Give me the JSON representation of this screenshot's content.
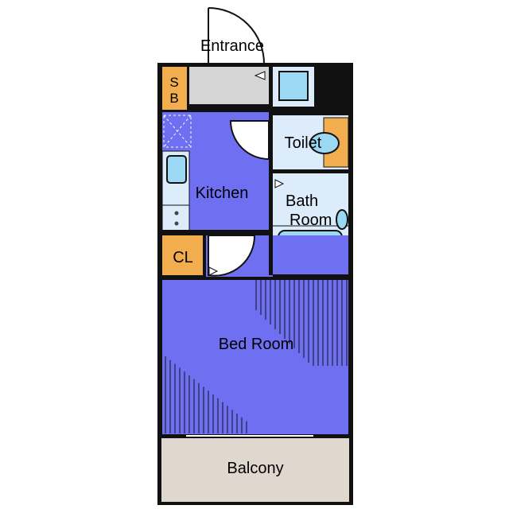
{
  "rooms": {
    "entrance": "Entrance",
    "storage_box": "S\nB",
    "toilet": "Toilet",
    "kitchen": "Kitchen",
    "bath": "Bath\nRoom",
    "closet": "CL",
    "bedroom": "Bed Room",
    "balcony": "Balcony"
  },
  "colors": {
    "wall": "#111111",
    "room": "#6f6ff2",
    "storage": "#f2ad4f",
    "corridor": "#d5d5d5",
    "wet": "#dcecfa",
    "fixture": "#9ad8f3",
    "balcony": "#e0d7cf"
  }
}
